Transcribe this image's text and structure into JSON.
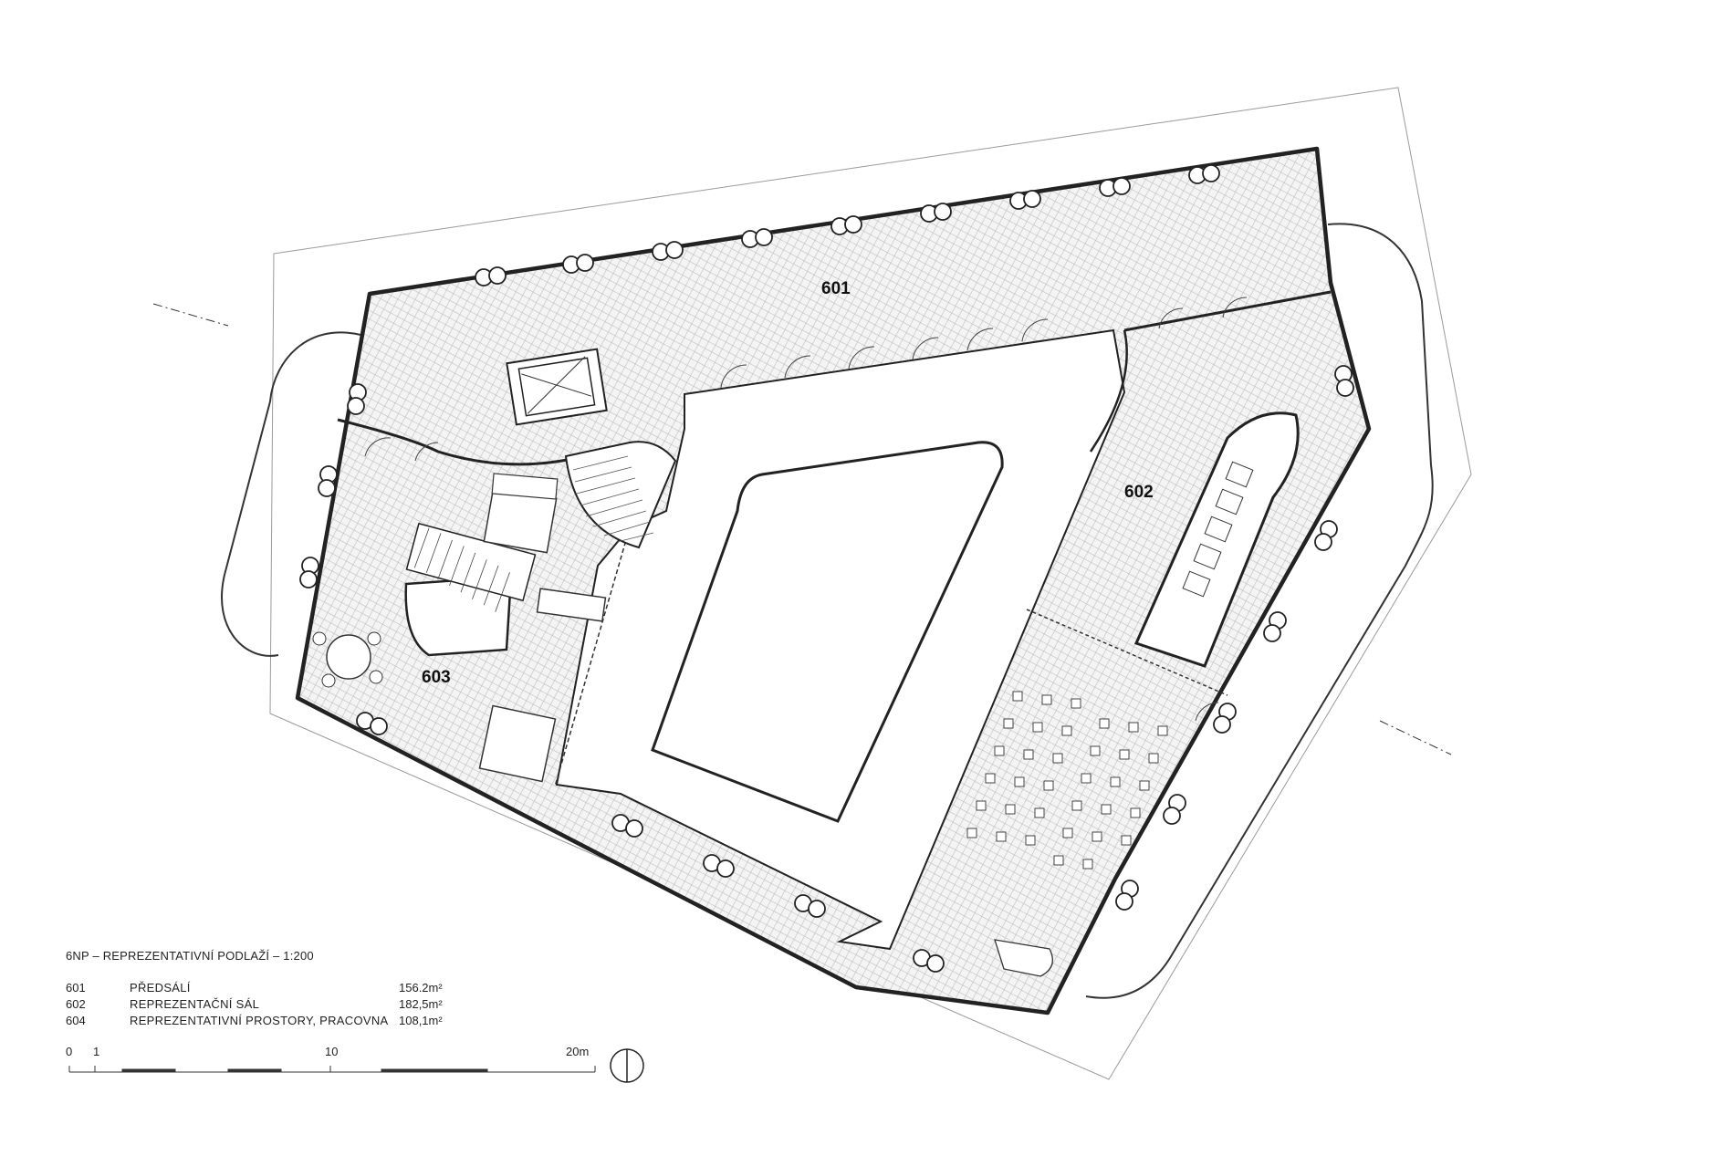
{
  "plan": {
    "title": "6NP – REPREZENTATIVNÍ PODLAŽÍ – 1:200",
    "rooms": [
      {
        "id": "601",
        "name": "PŘEDSÁLÍ",
        "area": "156.2m²"
      },
      {
        "id": "602",
        "name": "REPREZENTAČNÍ SÁL",
        "area": "182,5m²"
      },
      {
        "id": "604",
        "name": "REPREZENTATIVNÍ PROSTORY, PRACOVNA",
        "area": "108,1m²"
      }
    ],
    "room_labels": {
      "r601": "601",
      "r602": "602",
      "r603": "603"
    },
    "scale_bar": {
      "start": "0",
      "one": "1",
      "ten": "10",
      "end": "20m"
    }
  }
}
